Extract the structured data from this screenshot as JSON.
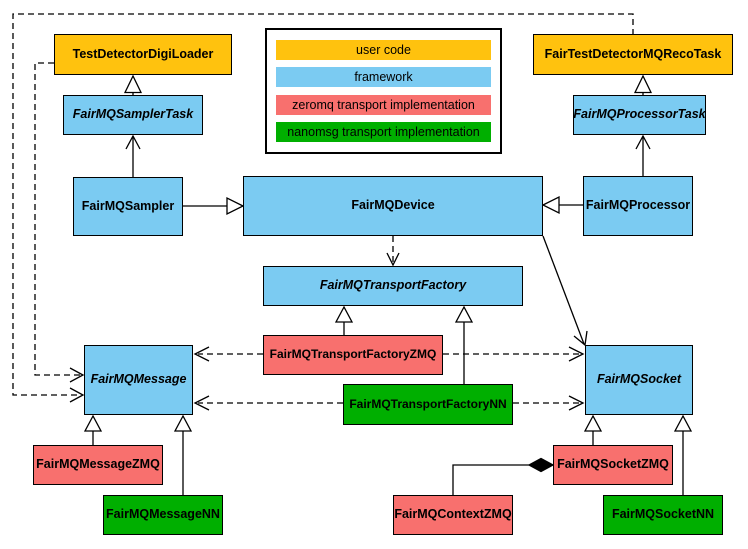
{
  "colors": {
    "user_code": "#FFC20E",
    "framework": "#7BCBF2",
    "zeromq": "#F8706E",
    "nanomsg": "#00AF00",
    "line": "#000000",
    "legend_background": "#FFFFFF"
  },
  "legend": {
    "items": [
      {
        "label": "user code",
        "color_key": "user_code"
      },
      {
        "label": "framework",
        "color_key": "framework"
      },
      {
        "label": "zeromq transport implementation",
        "color_key": "zeromq"
      },
      {
        "label": "nanomsg transport implementation",
        "color_key": "nanomsg"
      }
    ]
  },
  "nodes": [
    {
      "label": "TestDetectorDigiLoader",
      "color_key": "user_code",
      "italic": false
    },
    {
      "label": "FairTestDetectorMQRecoTask",
      "color_key": "user_code",
      "italic": false
    },
    {
      "label": "FairMQSamplerTask",
      "color_key": "framework",
      "italic": true
    },
    {
      "label": "FairMQProcessorTask",
      "color_key": "framework",
      "italic": true
    },
    {
      "label": "FairMQSampler",
      "color_key": "framework",
      "italic": false
    },
    {
      "label": "FairMQDevice",
      "color_key": "framework",
      "italic": false
    },
    {
      "label": "FairMQProcessor",
      "color_key": "framework",
      "italic": false
    },
    {
      "label": "FairMQTransportFactory",
      "color_key": "framework",
      "italic": true
    },
    {
      "label": "FairMQTransportFactoryZMQ",
      "color_key": "zeromq",
      "italic": false
    },
    {
      "label": "FairMQTransportFactoryNN",
      "color_key": "nanomsg",
      "italic": false
    },
    {
      "label": "FairMQMessage",
      "color_key": "framework",
      "italic": true
    },
    {
      "label": "FairMQSocket",
      "color_key": "framework",
      "italic": true
    },
    {
      "label": "FairMQMessageZMQ",
      "color_key": "zeromq",
      "italic": false
    },
    {
      "label": "FairMQMessageNN",
      "color_key": "nanomsg",
      "italic": false
    },
    {
      "label": "FairMQSocketZMQ",
      "color_key": "zeromq",
      "italic": false
    },
    {
      "label": "FairMQContextZMQ",
      "color_key": "zeromq",
      "italic": false
    },
    {
      "label": "FairMQSocketNN",
      "color_key": "nanomsg",
      "italic": false
    }
  ],
  "edges": [
    {
      "from": "FairMQSamplerTask",
      "to": "TestDetectorDigiLoader",
      "line": "solid",
      "head": "hollow-triangle"
    },
    {
      "from": "FairMQProcessorTask",
      "to": "FairTestDetectorMQRecoTask",
      "line": "solid",
      "head": "hollow-triangle"
    },
    {
      "from": "FairMQSampler",
      "to": "FairMQSamplerTask",
      "line": "solid",
      "head": "open-arrow"
    },
    {
      "from": "FairMQProcessor",
      "to": "FairMQProcessorTask",
      "line": "solid",
      "head": "open-arrow"
    },
    {
      "from": "FairMQSampler",
      "to": "FairMQDevice",
      "line": "solid",
      "head": "hollow-triangle"
    },
    {
      "from": "FairMQProcessor",
      "to": "FairMQDevice",
      "line": "solid",
      "head": "hollow-triangle"
    },
    {
      "from": "FairMQDevice",
      "to": "FairMQTransportFactory",
      "line": "dashed",
      "head": "open-arrow"
    },
    {
      "from": "FairMQDevice",
      "to": "FairMQSocket",
      "line": "solid",
      "head": "open-arrow"
    },
    {
      "from": "FairMQTransportFactoryZMQ",
      "to": "FairMQTransportFactory",
      "line": "solid",
      "head": "hollow-triangle"
    },
    {
      "from": "FairMQTransportFactoryNN",
      "to": "FairMQTransportFactory",
      "line": "solid",
      "head": "hollow-triangle"
    },
    {
      "from": "TestDetectorDigiLoader",
      "to": "FairMQMessage",
      "line": "dashed",
      "head": "open-arrow"
    },
    {
      "from": "FairTestDetectorMQRecoTask",
      "to": "FairMQMessage",
      "line": "dashed",
      "head": "open-arrow"
    },
    {
      "from": "FairMQTransportFactoryZMQ",
      "to": "FairMQMessage",
      "line": "dashed",
      "head": "open-arrow"
    },
    {
      "from": "FairMQTransportFactoryNN",
      "to": "FairMQMessage",
      "line": "dashed",
      "head": "open-arrow"
    },
    {
      "from": "FairMQTransportFactoryZMQ",
      "to": "FairMQSocket",
      "line": "dashed",
      "head": "open-arrow"
    },
    {
      "from": "FairMQTransportFactoryNN",
      "to": "FairMQSocket",
      "line": "dashed",
      "head": "open-arrow"
    },
    {
      "from": "FairMQMessageZMQ",
      "to": "FairMQMessage",
      "line": "solid",
      "head": "hollow-triangle"
    },
    {
      "from": "FairMQMessageNN",
      "to": "FairMQMessage",
      "line": "solid",
      "head": "hollow-triangle"
    },
    {
      "from": "FairMQSocketZMQ",
      "to": "FairMQSocket",
      "line": "solid",
      "head": "hollow-triangle"
    },
    {
      "from": "FairMQSocketNN",
      "to": "FairMQSocket",
      "line": "solid",
      "head": "hollow-triangle"
    },
    {
      "from": "FairMQContextZMQ",
      "to": "FairMQSocketZMQ",
      "line": "solid",
      "head": "filled-diamond"
    }
  ]
}
